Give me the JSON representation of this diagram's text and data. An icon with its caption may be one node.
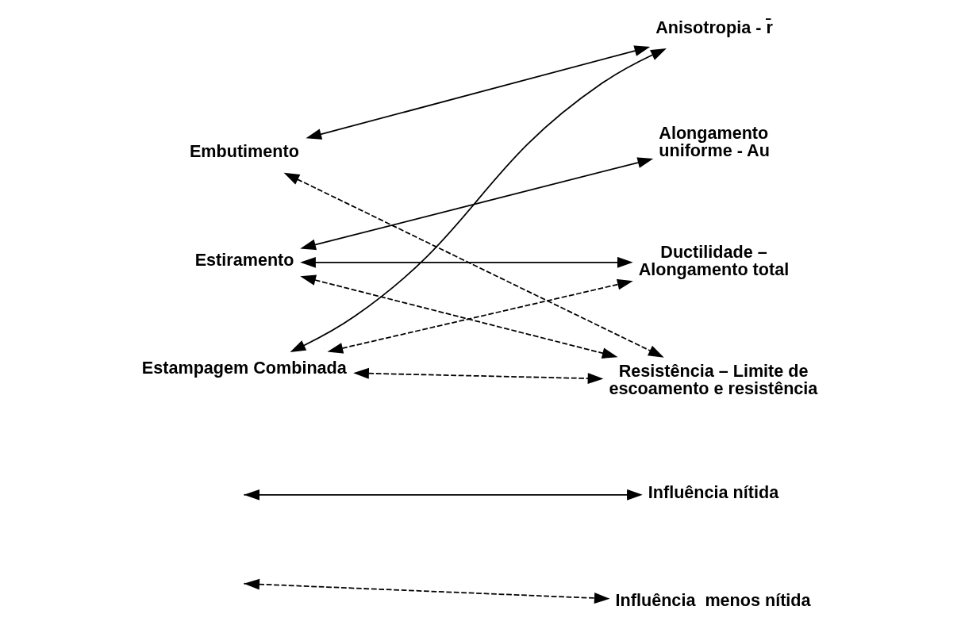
{
  "diagram": {
    "nodes": [
      {
        "text": [
          "Embutimento"
        ]
      },
      {
        "text": [
          "Estiramento"
        ]
      },
      {
        "text": [
          "Estampagem Combinada"
        ]
      },
      {
        "text": [
          "Anisotropia - r̄"
        ]
      },
      {
        "text": [
          "Alongamento uniforme - Au"
        ]
      },
      {
        "text": [
          "Ductilidade – Alongamento total"
        ]
      },
      {
        "text": [
          "Resistência – Limite de escoamento e resistência"
        ]
      }
    ],
    "edges": [
      {
        "from": 0,
        "to": 3,
        "arrow": "both"
      },
      {
        "from": 0,
        "to": 6,
        "arrow": "both",
        "style": "dashed"
      },
      {
        "from": 1,
        "to": 4,
        "arrow": "both"
      },
      {
        "from": 1,
        "to": 5,
        "arrow": "both"
      },
      {
        "from": 1,
        "to": 6,
        "arrow": "both",
        "style": "dashed"
      },
      {
        "from": 2,
        "to": 3,
        "arrow": "both"
      },
      {
        "from": 2,
        "to": 5,
        "arrow": "both",
        "style": "dashed"
      },
      {
        "from": 2,
        "to": 6,
        "arrow": "both",
        "style": "dashed"
      }
    ],
    "legend": [
      {
        "text": "Influência nítida"
      },
      {
        "text": "Influência  menos nítida"
      }
    ]
  }
}
